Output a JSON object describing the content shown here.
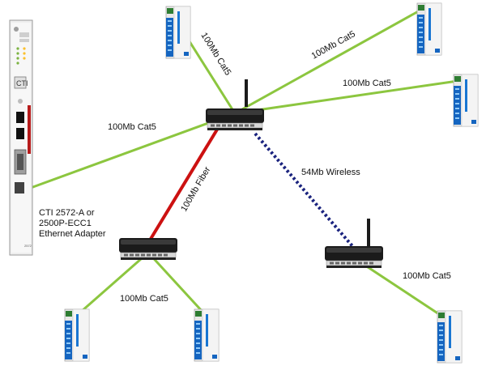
{
  "colors": {
    "cat5_link": "#8cc63f",
    "fiber_link": "#cc1111",
    "wireless_link": "#1a237e",
    "router_body": "#1b1b1b",
    "io_module_blue": "#1565c0"
  },
  "links": {
    "cat5_label": "100Mb Cat5",
    "fiber_label": "100Mb Fiber",
    "wireless_label": "54Mb Wireless"
  },
  "adapter": {
    "caption_line1": "CTI 2572-A or",
    "caption_line2": "2500P-ECC1",
    "caption_line3": "Ethernet Adapter"
  },
  "icons": {
    "router": "wireless-router-icon",
    "switch": "ethernet-switch-icon",
    "io_module": "io-module-icon",
    "plc_adapter": "plc-card-icon"
  }
}
